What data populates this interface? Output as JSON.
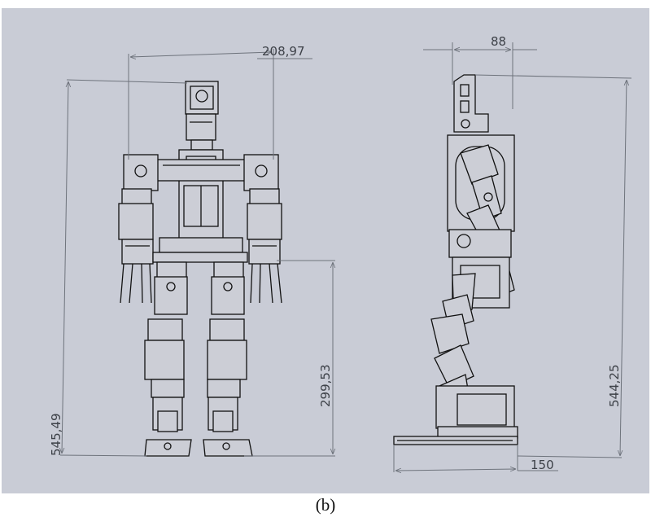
{
  "colors": {
    "panel": "#c9ccd6",
    "dimension_line": "#6e737c",
    "robot_line": "#111111",
    "robot_fill": "#ccced6"
  },
  "dimensions": {
    "shoulder_width": "208,97",
    "side_depth": "88",
    "front_height": "545,49",
    "hip_height": "299,53",
    "side_height": "544,25",
    "foot_length": "150"
  },
  "caption": "(b)"
}
